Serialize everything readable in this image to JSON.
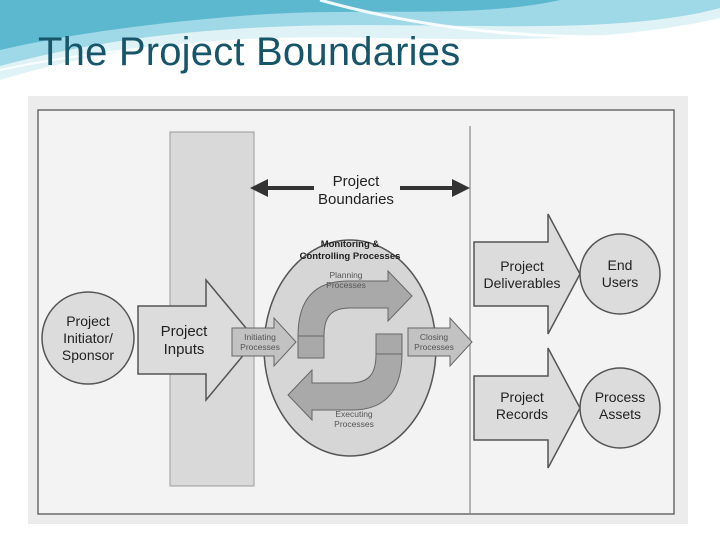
{
  "slide": {
    "title": "The Project Boundaries"
  },
  "diagram": {
    "boundaries_label": [
      "Project",
      "Boundaries"
    ],
    "initiator_label": [
      "Project",
      "Initiator/",
      "Sponsor"
    ],
    "inputs_label": [
      "Project",
      "Inputs"
    ],
    "monitoring_label": [
      "Monitoring &",
      "Controlling Processes"
    ],
    "planning_label": [
      "Planning",
      "Processes"
    ],
    "initiating_label": [
      "Initiating",
      "Processes"
    ],
    "closing_label": [
      "Closing",
      "Processes"
    ],
    "executing_label": [
      "Executing",
      "Processes"
    ],
    "deliverables_label": [
      "Project",
      "Deliverables"
    ],
    "records_label": [
      "Project",
      "Records"
    ],
    "end_users_label": [
      "End",
      "Users"
    ],
    "process_assets_label": [
      "Process",
      "Assets"
    ]
  },
  "colors": {
    "title": "#17556a",
    "swoosh_teal": "#4fb3c9",
    "swoosh_light": "#bfe6ee",
    "figure_bg": "#ececec",
    "band": "#d9d9d9",
    "shape_fill": "#dcdcdc",
    "stroke": "#555555"
  }
}
